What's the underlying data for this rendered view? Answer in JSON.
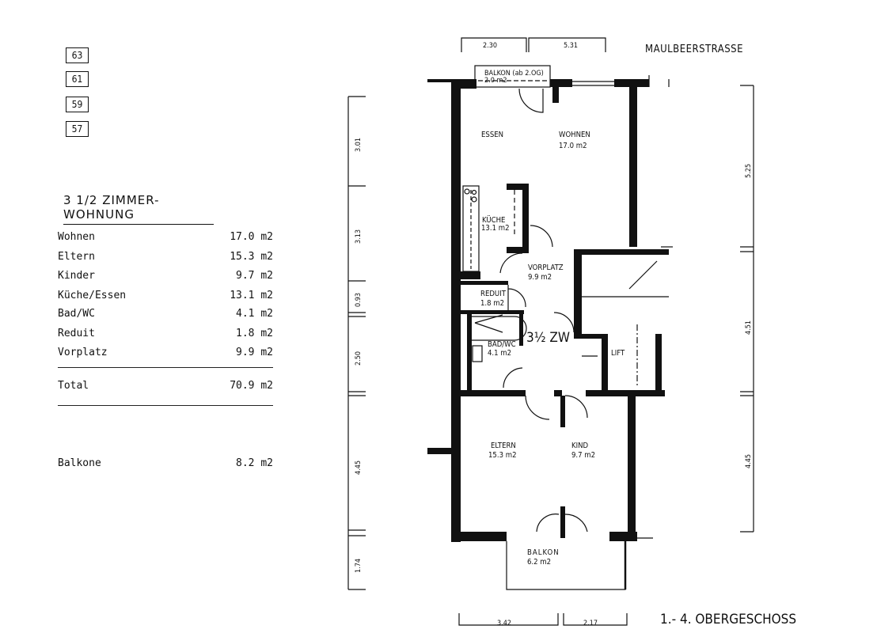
{
  "house_numbers": [
    "63",
    "61",
    "59",
    "57"
  ],
  "title": "3 1/2 ZIMMER-WOHNUNG",
  "rooms": [
    {
      "name": "Wohnen",
      "area": "17.0 m2"
    },
    {
      "name": "Eltern",
      "area": "15.3 m2"
    },
    {
      "name": "Kinder",
      "area": "9.7 m2"
    },
    {
      "name": "Küche/Essen",
      "area": "13.1 m2"
    },
    {
      "name": "Bad/WC",
      "area": "4.1 m2"
    },
    {
      "name": "Reduit",
      "area": "1.8 m2"
    },
    {
      "name": "Vorplatz",
      "area": "9.9 m2"
    }
  ],
  "total": {
    "name": "Total",
    "area": "70.9 m2"
  },
  "balkone": {
    "name": "Balkone",
    "area": "8.2 m2"
  },
  "plan": {
    "street": "MAULBEERSTRASSE",
    "floor": "1.- 4. OBERGESCHOSS",
    "unit": "3½ ZW",
    "labels": {
      "balkon_top": "BALKON (ab 2.OG)",
      "balkon_top_area": "2.0 m2",
      "essen": "ESSEN",
      "wohnen": "WOHNEN",
      "wohnen_area": "17.0 m2",
      "kueche": "KÜCHE",
      "kueche_area": "13.1 m2",
      "vorplatz": "VORPLATZ",
      "vorplatz_area": "9.9 m2",
      "reduit": "REDUIT",
      "reduit_area": "1.8 m2",
      "bad": "BAD/WC",
      "bad_area": "4.1 m2",
      "lift": "LIFT",
      "eltern": "ELTERN",
      "eltern_area": "15.3 m2",
      "kind": "KIND",
      "kind_area": "9.7 m2",
      "balkon": "BALKON",
      "balkon_area": "6.2 m2"
    },
    "dims_top": [
      "2.30",
      "5.31"
    ],
    "dims_left": [
      "3.01",
      "3.13",
      "0.93",
      "2.50",
      "4.45",
      "1.74"
    ],
    "dims_right": [
      "5.25",
      "4.51",
      "4.45"
    ],
    "dims_bottom": [
      "3.42",
      "2.17"
    ]
  }
}
